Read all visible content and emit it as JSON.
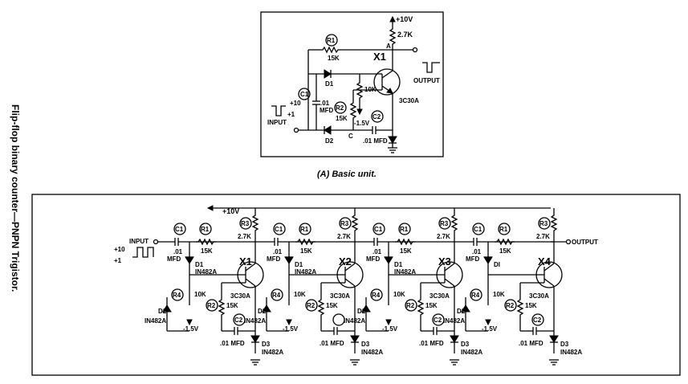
{
  "side_title": "Flip-flop binary counter—PNPN Trigistor.",
  "basic": {
    "caption": "(A) Basic unit.",
    "supply": "+10V",
    "r_top_value": "2.7K",
    "node_a": "A",
    "node_c": "C",
    "r1_label": "R1",
    "r1_value": "15K",
    "d1_label": "D1",
    "d2_label": "D2",
    "r_mid_value": "10K",
    "transistor_label": "X1",
    "transistor_type": "3C30A",
    "output_label": "OUTPUT",
    "input_label": "INPUT",
    "input_hi": "+10",
    "input_lo": "+1",
    "c1_label": "C1",
    "c1_value": ".01",
    "c1_unit": "MFD",
    "r2_label": "R2",
    "r2_value": "15K",
    "bias": "-1.5V",
    "c2_label": "C2",
    "c2_value": ".01 MFD"
  },
  "counter": {
    "supply": "+10V",
    "input_label": "INPUT",
    "output_label": "OUTPUT",
    "input_hi": "+10",
    "input_lo": "+1",
    "stages": [
      {
        "c1": "C1",
        "c1v": ".01",
        "c1u": "MFD",
        "r1": "R1",
        "r1v": "15K",
        "d1": "D1",
        "d1t": "IN482A",
        "r3": "R3",
        "r3v": "2.7K",
        "x": "X1",
        "xt": "3C30A",
        "r4": "R4",
        "r4v": "10K",
        "r2": "R2",
        "r2v": "15K",
        "d2": "D2",
        "d2t": "IN482A",
        "bias": "-1.5V",
        "c2": "C2",
        "c2v": ".01 MFD",
        "d3": "D3",
        "d3t": "IN482A"
      },
      {
        "c1": "C1",
        "c1v": ".01",
        "c1u": "MFD",
        "r1": "R1",
        "r1v": "15K",
        "d1": "D1",
        "d1t": "IN482A",
        "r3": "R3",
        "r3v": "2.7K",
        "x": "X2",
        "xt": "3C30A",
        "r4": "R4",
        "r4v": "10K",
        "r2": "R2",
        "r2v": "15K",
        "d2": "D2",
        "d2t": "IN482A",
        "bias": "-1.5V",
        "c2": "",
        "c2v": ".01 MFD",
        "d3": "D3",
        "d3t": "IN482A"
      },
      {
        "c1": "C1",
        "c1v": ".01",
        "c1u": "MFD",
        "r1": "R1",
        "r1v": "15K",
        "d1": "D1",
        "d1t": "IN482A",
        "r3": "R3",
        "r3v": "2.7K",
        "x": "X3",
        "xt": "3C30A",
        "r4": "R4",
        "r4v": "10K",
        "r2": "R2",
        "r2v": "15K",
        "d2": "D2",
        "d2t": "IN482A",
        "bias": "-1.5V",
        "c2": "C2",
        "c2v": ".01 MFD",
        "d3": "D3",
        "d3t": "IN482A"
      },
      {
        "c1": "C1",
        "c1v": ".01",
        "c1u": "MFD",
        "r1": "R1",
        "r1v": "15K",
        "d1": "DI",
        "d1t": "",
        "r3": "R3",
        "r3v": "2.7K",
        "x": "X4",
        "xt": "3C30A",
        "r4": "R4",
        "r4v": "10K",
        "r2": "R2",
        "r2v": "15K",
        "d2": "D2",
        "d2t": "IN482A",
        "bias": "-1.5V",
        "c2": "C2",
        "c2v": ".01 MFD",
        "d3": "D3",
        "d3t": "IN482A"
      }
    ]
  }
}
